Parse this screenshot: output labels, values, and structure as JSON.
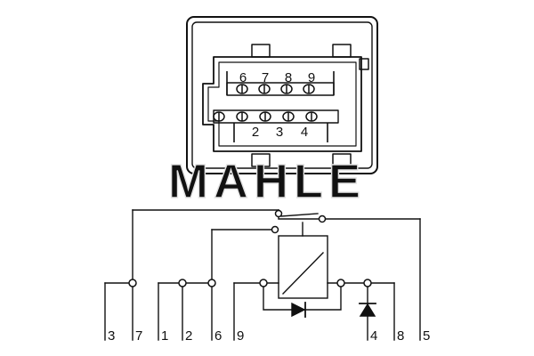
{
  "connector": {
    "pins_top": [
      "6",
      "7",
      "8",
      "9"
    ],
    "pins_bottom": [
      "2",
      "3",
      "4"
    ]
  },
  "watermark": "MAHLE",
  "terminals": [
    "3",
    "7",
    "1",
    "2",
    "6",
    "9",
    "4",
    "8",
    "5"
  ],
  "colors": {
    "line": "#111111",
    "background": "#ffffff",
    "watermark": "#e3e3e3"
  },
  "icons": [
    "relay-coil-icon",
    "diode-icon",
    "diode-icon",
    "switch-contact-icon"
  ]
}
